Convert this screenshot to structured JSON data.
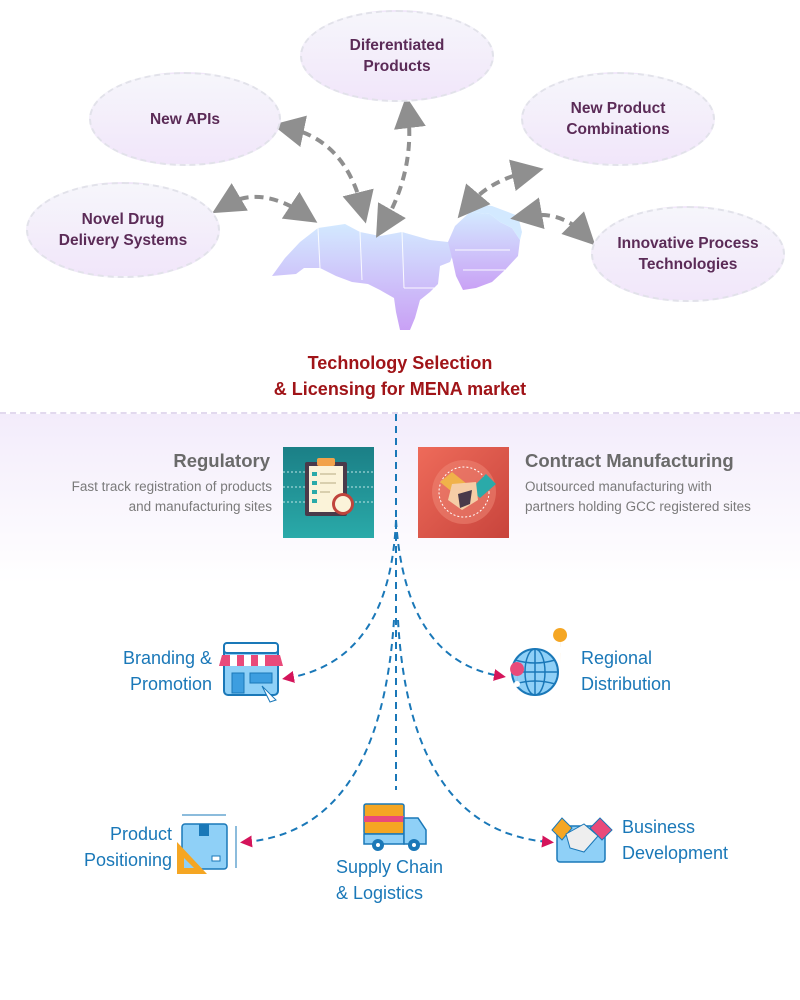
{
  "diagram": {
    "center_title_line1": "Technology Selection",
    "center_title_line2": "& Licensing for MENA market",
    "center_map": "mena-region-map",
    "inputs": [
      {
        "id": "new-apis",
        "label": "New APIs"
      },
      {
        "id": "differentiated-products",
        "line1": "Diferentiated",
        "line2": "Products"
      },
      {
        "id": "new-product-combinations",
        "line1": "New Product",
        "line2": "Combinations"
      },
      {
        "id": "novel-drug-delivery",
        "line1": "Novel Drug",
        "line2": "Delivery Systems"
      },
      {
        "id": "innovative-process",
        "line1": "Innovative Process",
        "line2": "Technologies"
      }
    ],
    "services": {
      "regulatory": {
        "title": "Regulatory",
        "desc_line1": "Fast track registration of products",
        "desc_line2": "and manufacturing sites",
        "icon": "clipboard-checklist-icon"
      },
      "contract_manufacturing": {
        "title": "Contract Manufacturing",
        "desc_line1": "Outsourced manufacturing with",
        "desc_line2": "partners holding GCC registered sites",
        "icon": "handshake-icon"
      }
    },
    "outputs": {
      "branding": {
        "line1": "Branding &",
        "line2": "Promotion",
        "icon": "storefront-icon"
      },
      "regional": {
        "line1": "Regional",
        "line2": "Distribution",
        "icon": "globe-pin-icon"
      },
      "positioning": {
        "line1": "Product",
        "line2": "Positioning",
        "icon": "box-ruler-icon"
      },
      "supply": {
        "line1": "Supply Chain",
        "line2": "& Logistics",
        "icon": "truck-icon"
      },
      "business": {
        "line1": "Business",
        "line2": "Development",
        "icon": "handshake-envelope-icon"
      }
    },
    "colors": {
      "title_red": "#a01418",
      "bubble_text": "#5b2b57",
      "output_blue": "#1a78b8",
      "arrow_gray": "#8f8f8f",
      "arrowhead_magenta": "#d4145a"
    }
  }
}
